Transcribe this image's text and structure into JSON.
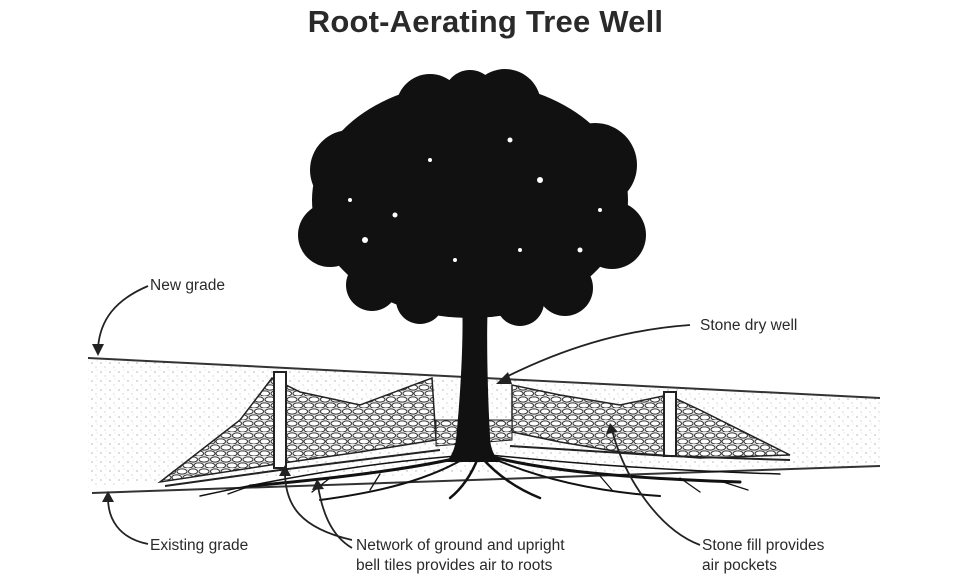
{
  "title": "Root-Aerating Tree Well",
  "labels": {
    "new_grade": "New grade",
    "stone_dry_well": "Stone dry well",
    "existing_grade": "Existing grade",
    "network_line1": "Network of ground and upright",
    "network_line2": "bell tiles provides air to roots",
    "stone_fill_line1": "Stone fill provides",
    "stone_fill_line2": "air pockets"
  }
}
